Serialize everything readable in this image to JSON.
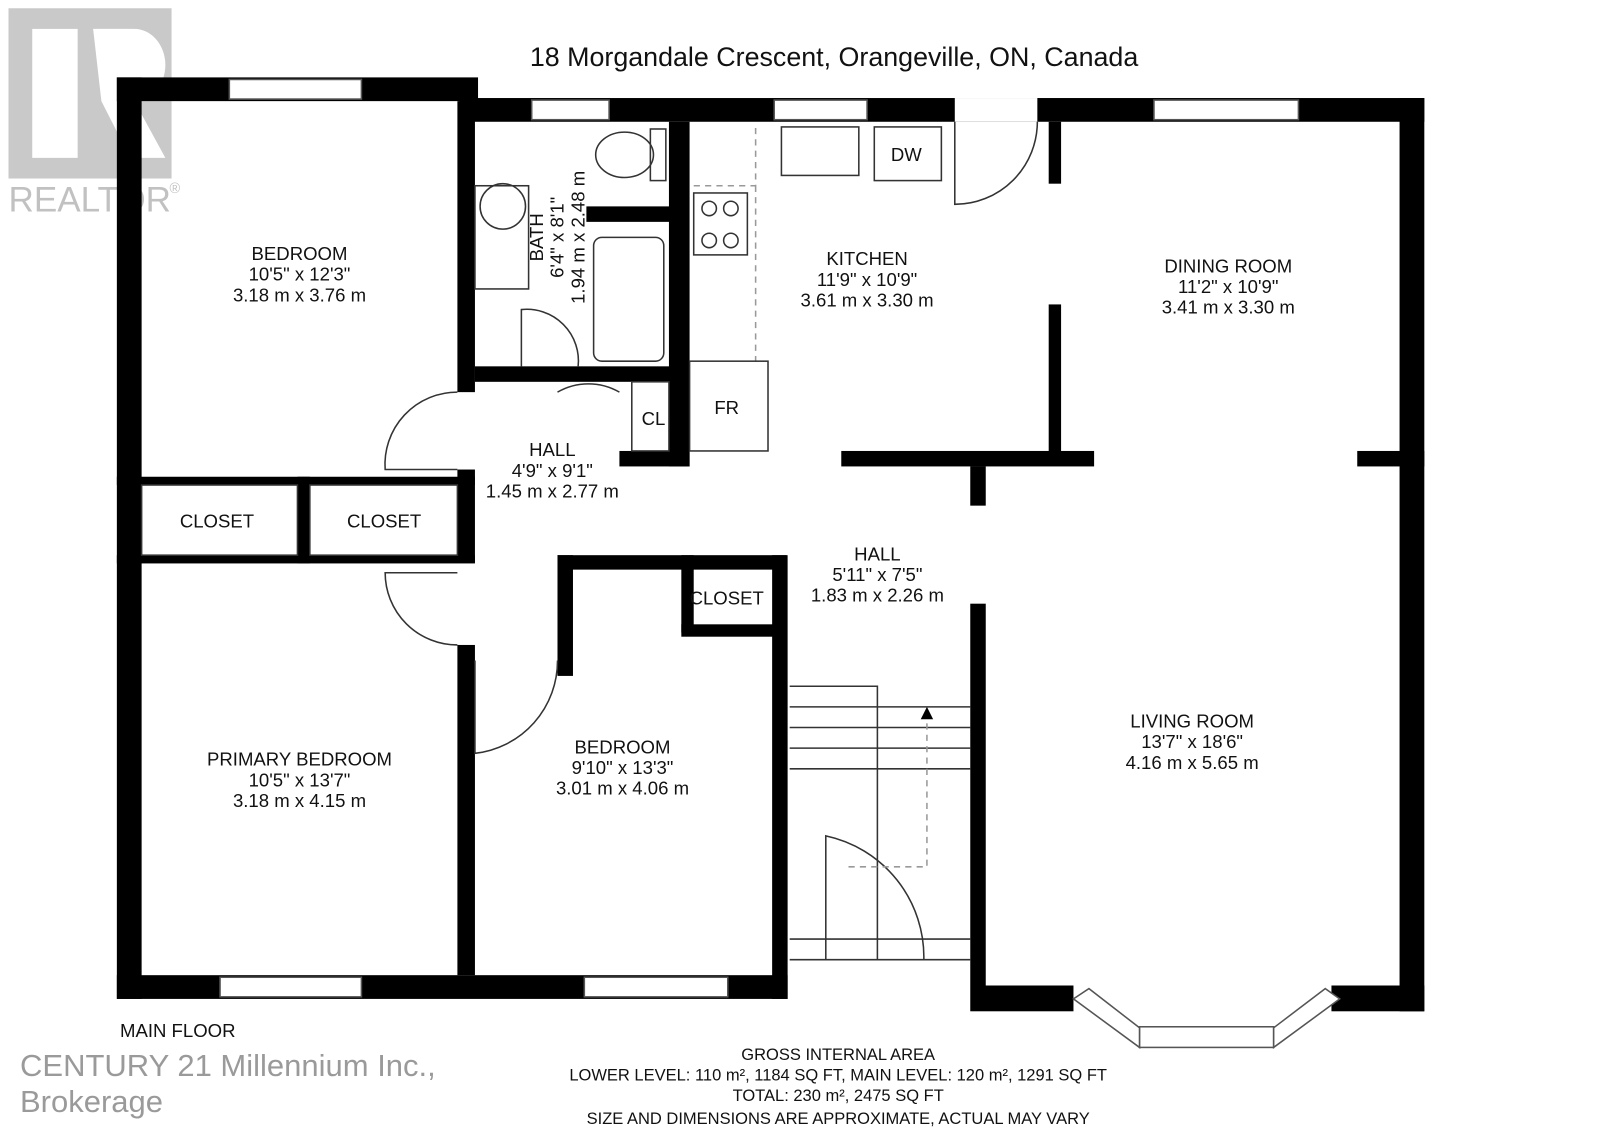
{
  "title": "18 Morgandale Crescent, Orangeville, ON, Canada",
  "logo": {
    "text": "REALTOR",
    "mark": "®"
  },
  "floor_label": "MAIN FLOOR",
  "rooms": {
    "bedroom1": {
      "name": "BEDROOM",
      "imperial": "10'5\" x 12'3\"",
      "metric": "3.18 m x 3.76 m"
    },
    "bath": {
      "name": "BATH",
      "imperial": "6'4\" x 8'1\"",
      "metric": "1.94 m x 2.48 m"
    },
    "kitchen": {
      "name": "KITCHEN",
      "imperial": "11'9\" x 10'9\"",
      "metric": "3.61 m x 3.30 m"
    },
    "dining": {
      "name": "DINING ROOM",
      "imperial": "11'2\" x 10'9\"",
      "metric": "3.41 m x 3.30 m"
    },
    "hall1": {
      "name": "HALL",
      "imperial": "4'9\" x 9'1\"",
      "metric": "1.45 m x 2.77 m"
    },
    "hall2": {
      "name": "HALL",
      "imperial": "5'11\" x 7'5\"",
      "metric": "1.83 m x 2.26 m"
    },
    "closet1": {
      "name": "CLOSET"
    },
    "closet2": {
      "name": "CLOSET"
    },
    "closet3": {
      "name": "CLOSET"
    },
    "primary": {
      "name": "PRIMARY BEDROOM",
      "imperial": "10'5\" x 13'7\"",
      "metric": "3.18 m x 4.15 m"
    },
    "bedroom2": {
      "name": "BEDROOM",
      "imperial": "9'10\" x 13'3\"",
      "metric": "3.01 m x 4.06 m"
    },
    "living": {
      "name": "LIVING ROOM",
      "imperial": "13'7\" x 18'6\"",
      "metric": "4.16 m x 5.65 m"
    }
  },
  "fixtures": {
    "dw": "DW",
    "fr": "FR",
    "cl": "CL"
  },
  "area": {
    "heading": "GROSS INTERNAL AREA",
    "levels": "LOWER LEVEL: 110 m², 1184 SQ FT, MAIN LEVEL: 120 m², 1291 SQ FT",
    "total": "TOTAL: 230 m², 2475 SQ FT",
    "disclaimer": "SIZE AND DIMENSIONS ARE APPROXIMATE, ACTUAL MAY VARY"
  },
  "watermark": "CENTURY 21 Millennium Inc., Brokerage"
}
